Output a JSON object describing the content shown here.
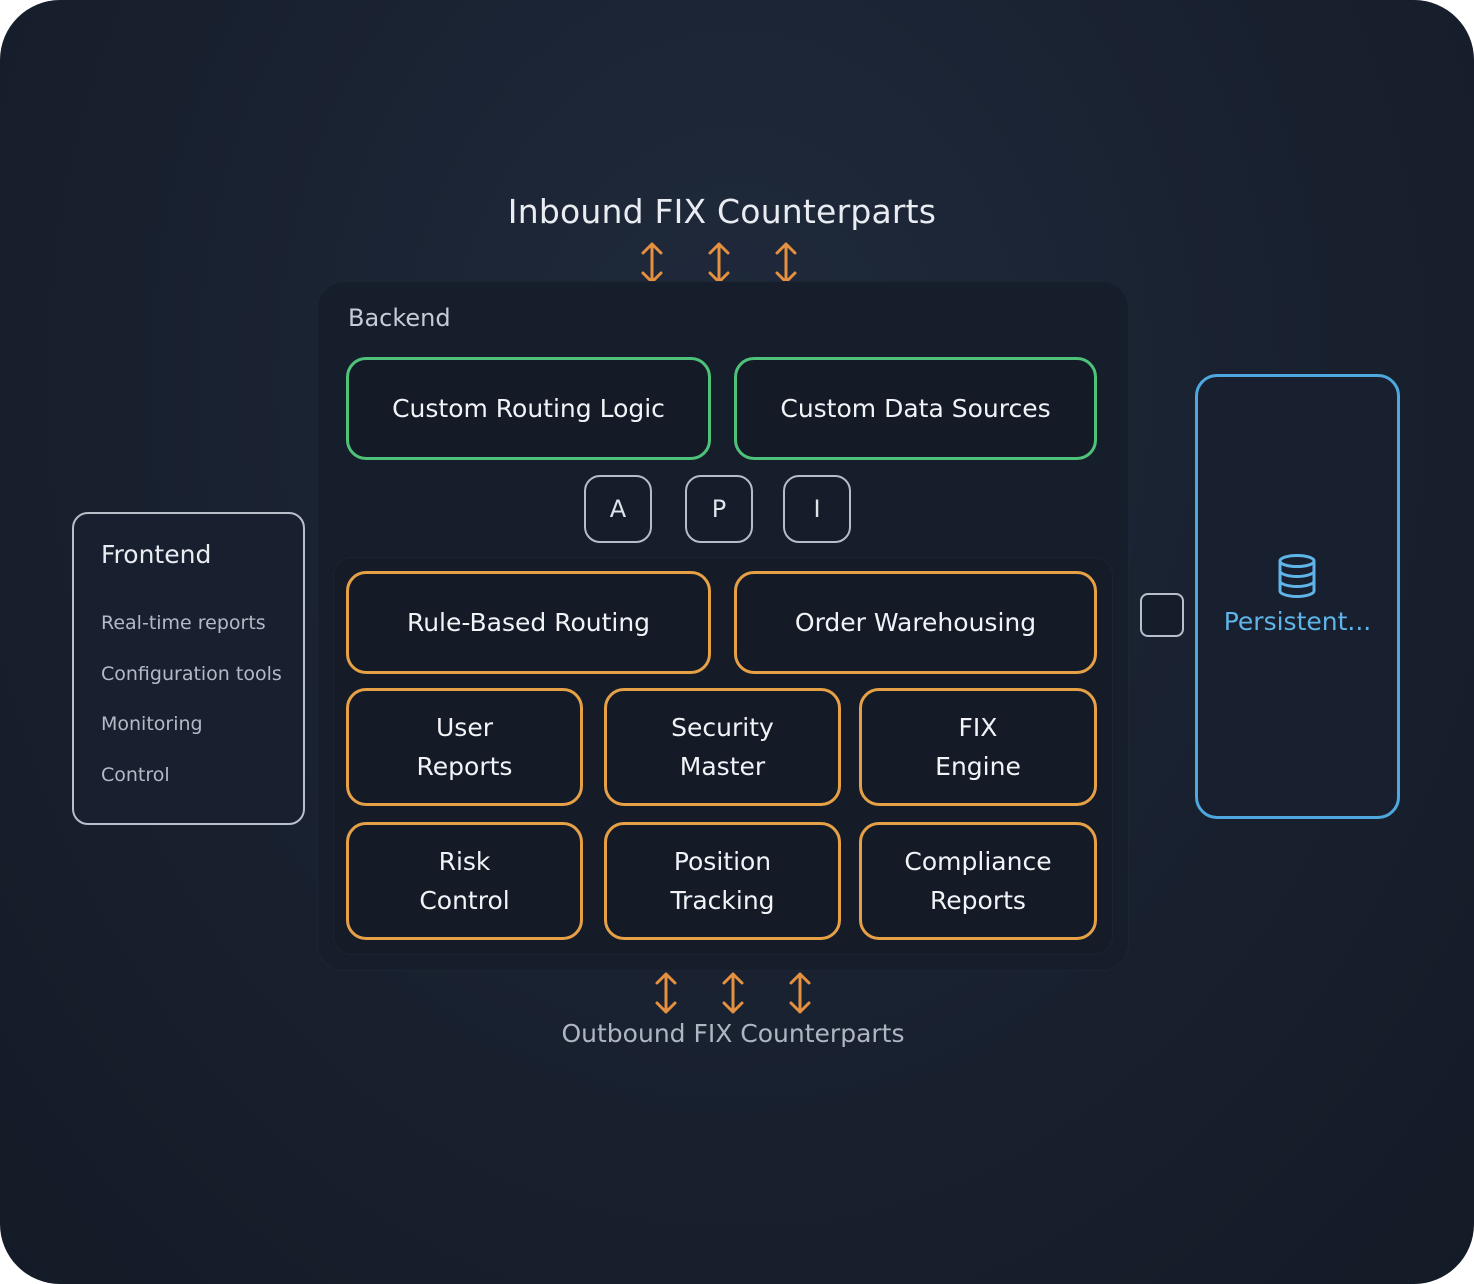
{
  "inbound": {
    "title": "Inbound FIX Counterparts"
  },
  "outbound": {
    "title": "Outbound FIX Counterparts"
  },
  "backend": {
    "label": "Backend",
    "custom_boxes": [
      "Custom Routing Logic",
      "Custom Data Sources"
    ],
    "api_keys": [
      "A",
      "P",
      "I"
    ],
    "core": {
      "row1": [
        "Rule-Based Routing",
        "Order Warehousing"
      ],
      "row2": [
        {
          "line1": "User",
          "line2": "Reports"
        },
        {
          "line1": "Security",
          "line2": "Master"
        },
        {
          "line1": "FIX",
          "line2": "Engine"
        }
      ],
      "row3": [
        {
          "line1": "Risk",
          "line2": "Control"
        },
        {
          "line1": "Position",
          "line2": "Tracking"
        },
        {
          "line1": "Compliance",
          "line2": "Reports"
        }
      ]
    }
  },
  "frontend": {
    "title": "Frontend",
    "items": [
      "Real-time reports",
      "Configuration tools",
      "Monitoring",
      "Control"
    ]
  },
  "persistent": {
    "label": "Persistent...",
    "icon": "database-icon"
  },
  "colors": {
    "custom_border": "#4fc27a",
    "core_border": "#e6a046",
    "persistent_border": "#4ea8df",
    "arrow": "#e6913f"
  }
}
